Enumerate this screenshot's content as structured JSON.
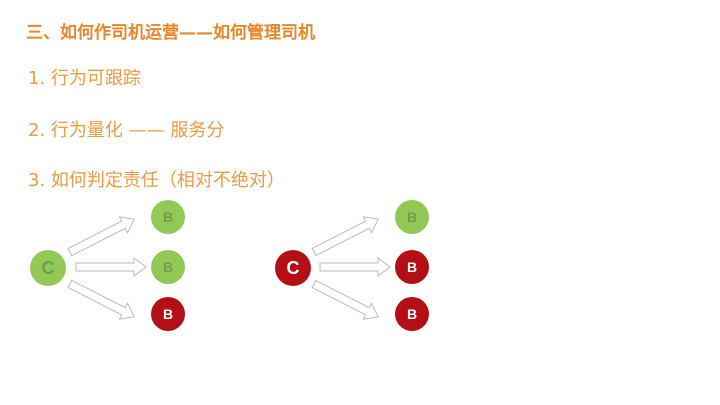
{
  "title": "三、如何作司机运营——如何管理司机",
  "items": [
    "1. 行为可跟踪",
    "2. 行为量化 —— 服务分",
    "3. 如何判定责任（相对不绝对）"
  ],
  "diagrams": [
    {
      "source": {
        "label": "C",
        "status": "green"
      },
      "targets": [
        {
          "label": "B",
          "status": "green"
        },
        {
          "label": "B",
          "status": "green"
        },
        {
          "label": "B",
          "status": "red"
        }
      ]
    },
    {
      "source": {
        "label": "C",
        "status": "red"
      },
      "targets": [
        {
          "label": "B",
          "status": "green"
        },
        {
          "label": "B",
          "status": "red"
        },
        {
          "label": "B",
          "status": "red"
        }
      ]
    }
  ],
  "colors": {
    "green": "#92c956",
    "red": "#b50f16",
    "title": "#e8872a"
  }
}
